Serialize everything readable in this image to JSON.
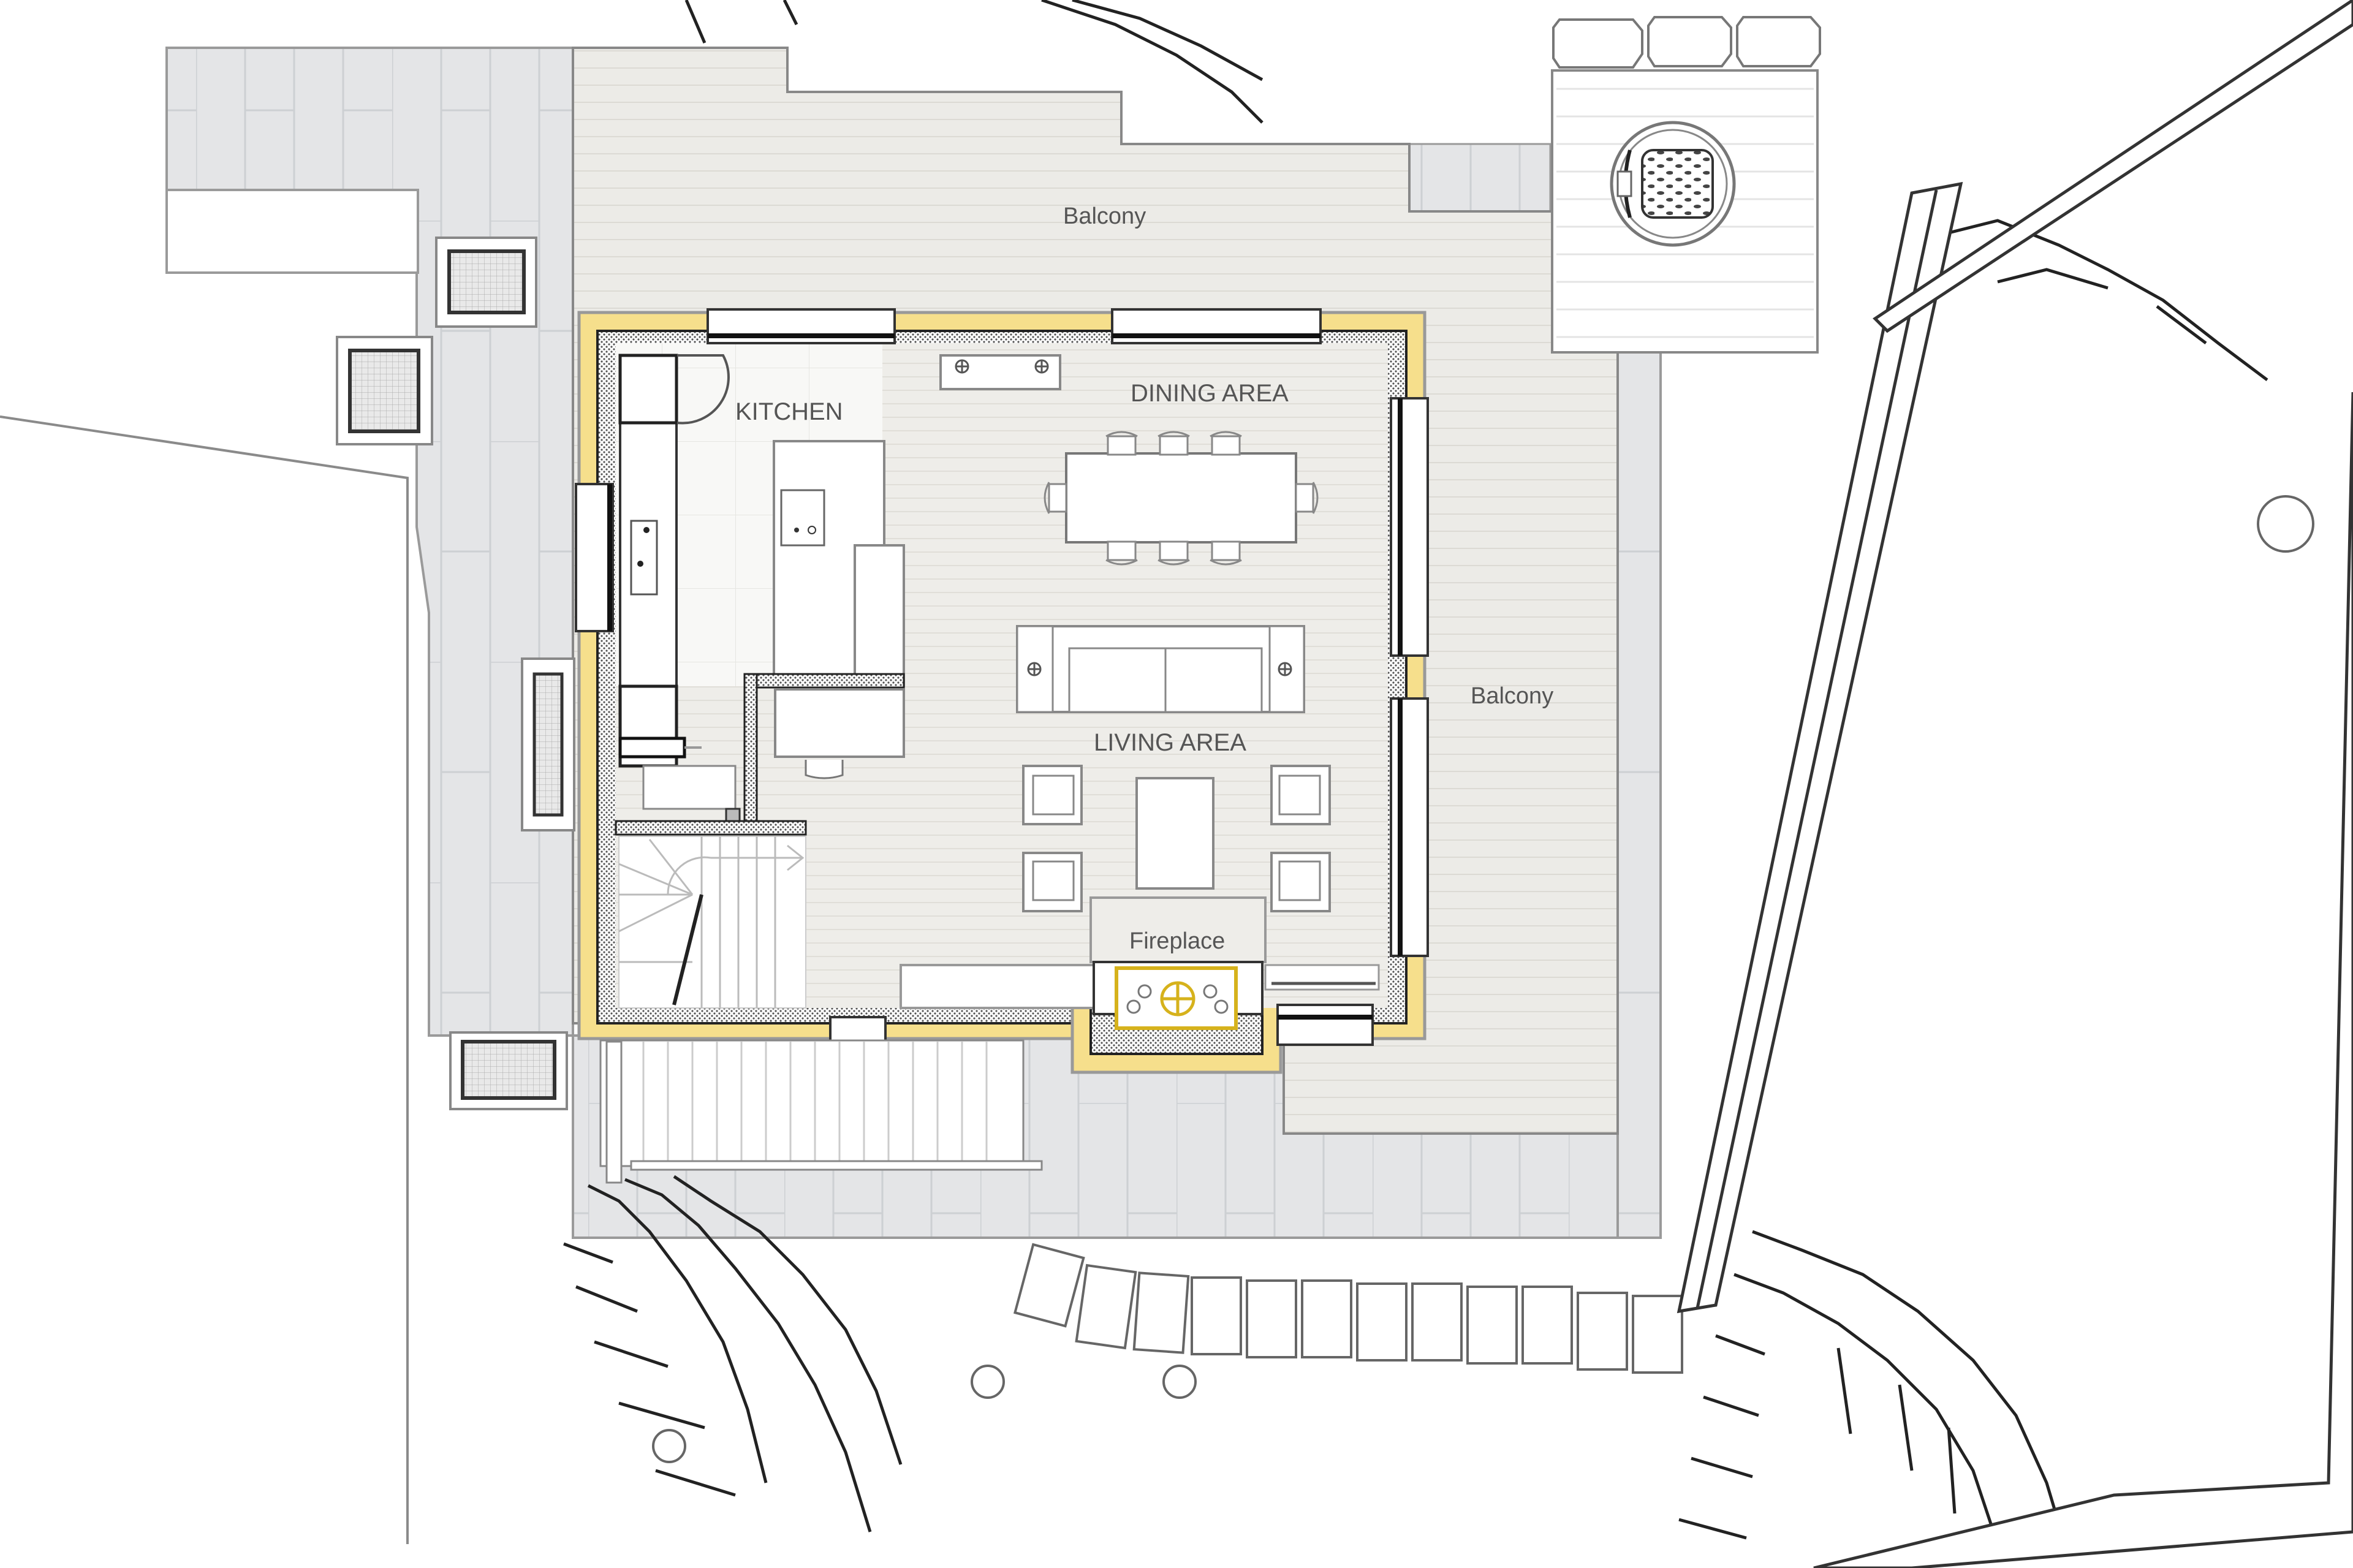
{
  "plan": {
    "type": "floor-plan",
    "colors": {
      "background": "#ffffff",
      "paving": "#e4e5e7",
      "paving_lines": "#c8cacd",
      "deck": "#ecebe7",
      "deck_lines": "#dedcd6",
      "interior_floor": "#eeede9",
      "kitchen_tile": "#f7f7f5",
      "insulation": "#f6df8c",
      "masonry": "#cfcfcf",
      "wall_line": "#333333",
      "outline": "#888888",
      "furniture_fill": "#ffffff",
      "label_text": "#555555",
      "fireplace_accent": "#d6b21c"
    },
    "rooms": [
      {
        "id": "kitchen",
        "label": "KITCHEN"
      },
      {
        "id": "dining",
        "label": "DINING AREA"
      },
      {
        "id": "living",
        "label": "LIVING AREA"
      },
      {
        "id": "fireplace",
        "label": "Fireplace"
      },
      {
        "id": "balcony_north",
        "label": "Balcony"
      },
      {
        "id": "balcony_east",
        "label": "Balcony"
      }
    ],
    "features": {
      "dining_chairs": 8,
      "sofa_cushions": 2,
      "armchairs": 4,
      "hot_tub": "round hot tub on deck",
      "staircase": "winding stair",
      "planters": 3
    }
  }
}
